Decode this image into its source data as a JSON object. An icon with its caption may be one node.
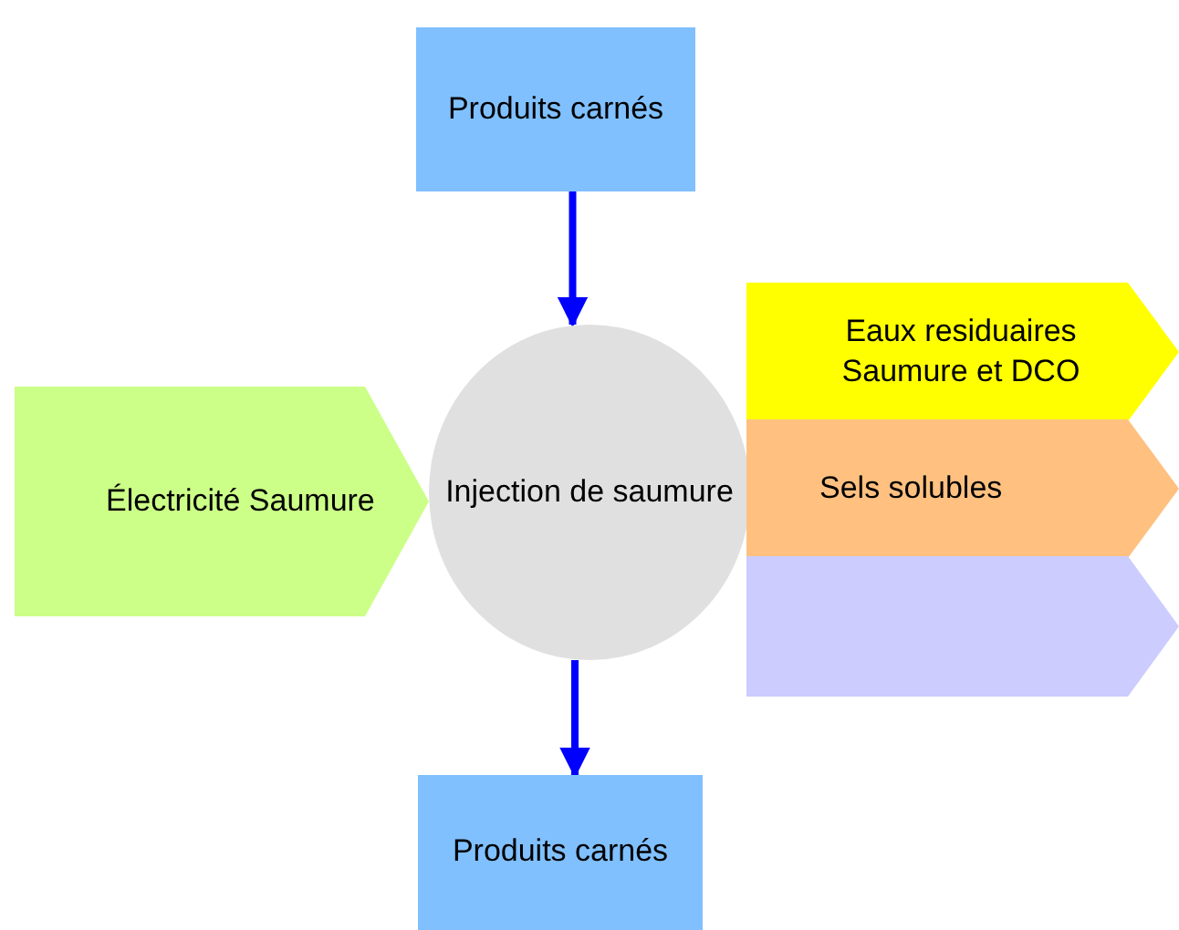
{
  "diagram": {
    "nodes": [
      {
        "text": [
          "Produits carnés"
        ]
      },
      {
        "text": [
          "Électricité Saumure"
        ]
      },
      {
        "text": [
          "Injection de saumure"
        ]
      },
      {
        "text": [
          "Eaux residuaires Saumure et DCO"
        ]
      },
      {
        "text": [
          "Sels solubles"
        ]
      },
      {
        "text": [],
        "shape": "arrow"
      },
      {
        "text": [
          "Produits carnés"
        ]
      }
    ],
    "edges": [
      {
        "from": 0,
        "to": 2,
        "arrow": "to"
      },
      {
        "from": 2,
        "to": 6,
        "arrow": "to"
      }
    ]
  }
}
